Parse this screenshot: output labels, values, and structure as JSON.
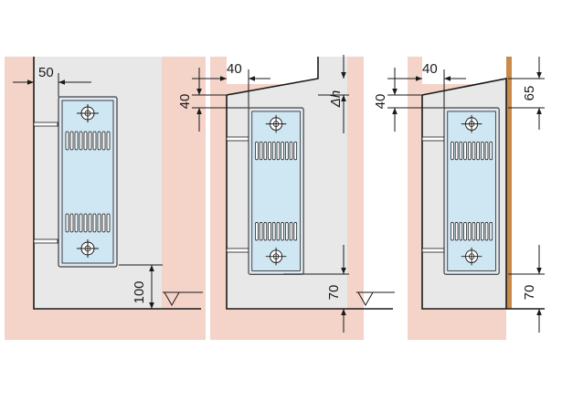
{
  "panels": [
    {
      "id": "panel-1",
      "dimensions": {
        "wall_gap": "50",
        "floor_gap": "100"
      }
    },
    {
      "id": "panel-2",
      "dimensions": {
        "wall_gap": "40",
        "vertical_gap": "40",
        "sill_offset": "Δh",
        "floor_gap": "70"
      }
    },
    {
      "id": "panel-3",
      "dimensions": {
        "wall_gap": "40",
        "vertical_gap": "40",
        "sill_offset": "65",
        "floor_gap": "70"
      }
    }
  ],
  "colors": {
    "wall": "#f4d3c8",
    "room": "#e8e8e8",
    "radiator": "#cfe6f3",
    "panel_strip": "#c98a4a"
  }
}
